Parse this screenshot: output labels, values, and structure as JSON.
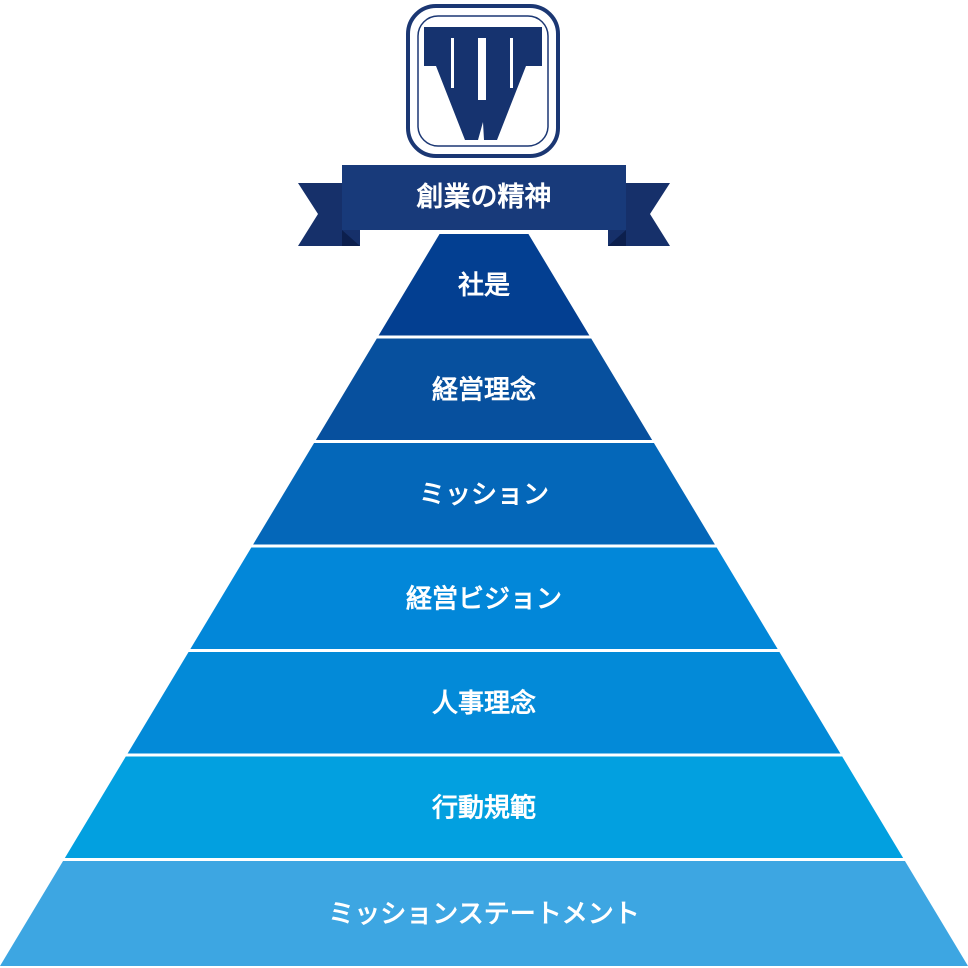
{
  "logo": {
    "icon": "w-emblem-icon",
    "letter": "W",
    "colors": {
      "primary": "#16336f",
      "outline": "#1b3773",
      "background": "#ffffff"
    }
  },
  "banner": {
    "label": "創業の精神",
    "colors": {
      "face": "#183a7a",
      "tails": "#16306a",
      "folds": "#0c1f4d"
    }
  },
  "pyramid": {
    "tiers": [
      {
        "label": "社是",
        "color": "#033f91"
      },
      {
        "label": "経営理念",
        "color": "#07509e"
      },
      {
        "label": "ミッション",
        "color": "#0467b9"
      },
      {
        "label": "経営ビジョン",
        "color": "#0287d9"
      },
      {
        "label": "人事理念",
        "color": "#038ad8"
      },
      {
        "label": "行動規範",
        "color": "#02a0e0"
      },
      {
        "label": "ミッションステートメント",
        "color": "#3da6e2"
      }
    ],
    "separator_color": "#ffffff"
  }
}
